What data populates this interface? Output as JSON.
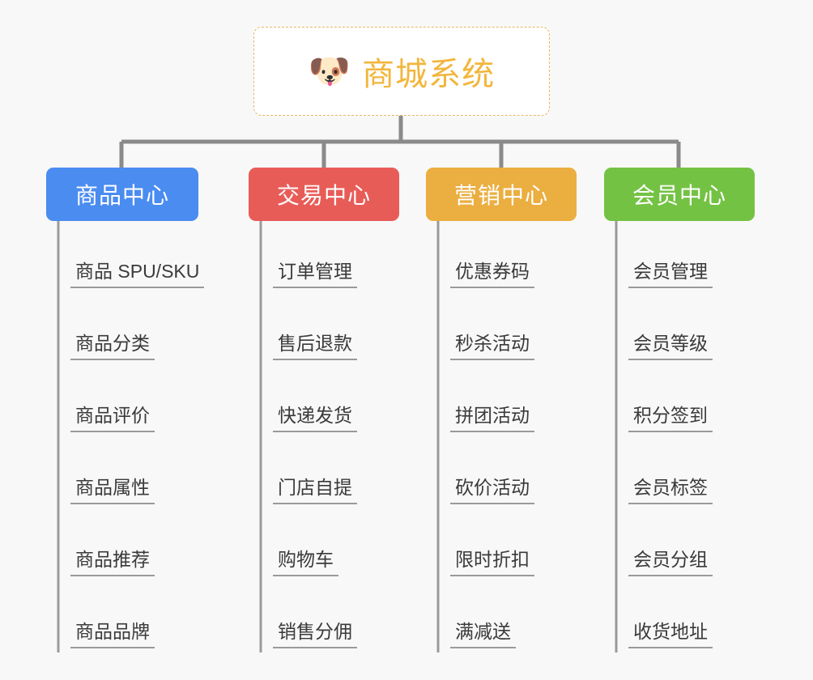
{
  "background_color": "#f8f8f8",
  "root": {
    "icon": "dog-face-emoji",
    "emoji": "🐶",
    "title": "商城系统",
    "text_color": "#f2b63c",
    "border_color": "#e8b860",
    "background_color": "#ffffff"
  },
  "connector_color": "#8a8a8a",
  "branches": [
    {
      "title": "商品中心",
      "color": "#4a8cf0",
      "text_color": "#ffffff",
      "items": [
        "商品 SPU/SKU",
        "商品分类",
        "商品评价",
        "商品属性",
        "商品推荐",
        "商品品牌"
      ]
    },
    {
      "title": "交易中心",
      "color": "#e85c58",
      "text_color": "#ffffff",
      "items": [
        "订单管理",
        "售后退款",
        "快递发货",
        "门店自提",
        "购物车",
        "销售分佣"
      ]
    },
    {
      "title": "营销中心",
      "color": "#ebae40",
      "text_color": "#ffffff",
      "items": [
        "优惠券码",
        "秒杀活动",
        "拼团活动",
        "砍价活动",
        "限时折扣",
        "满减送"
      ]
    },
    {
      "title": "会员中心",
      "color": "#74c244",
      "text_color": "#ffffff",
      "items": [
        "会员管理",
        "会员等级",
        "积分签到",
        "会员标签",
        "会员分组",
        "收货地址"
      ]
    }
  ]
}
